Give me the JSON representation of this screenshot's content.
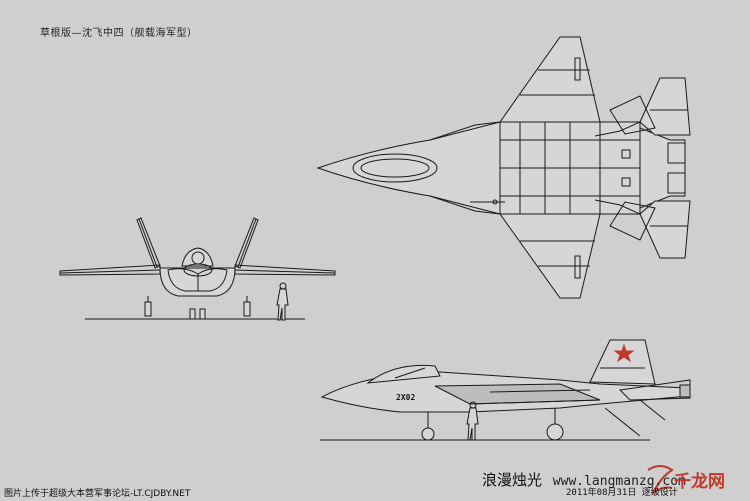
{
  "drawing": {
    "title": "草根版—沈飞中四（舰载海军型）",
    "footer_source": "图片上传于超级大本营军事论坛-LT.CJDBY.NET",
    "watermark_cn": "浪漫烛光",
    "watermark_url": "www.langmanzg.com",
    "brand_cn": "千龙网",
    "date_stamp": "2011年08月31日  逐级设计",
    "airframe_serial": "2X02"
  },
  "icons": {
    "front_view": "aircraft-front-view-icon",
    "top_view": "aircraft-top-view-icon",
    "side_view": "aircraft-side-view-icon",
    "human_scale": "human-figure-icon",
    "star_insignia": "red-star-icon",
    "brand_logo": "brand-logo-icon"
  },
  "colors": {
    "background": "#cfcfcf",
    "line": "#1a1a1a",
    "brand_red": "#c0392b"
  }
}
